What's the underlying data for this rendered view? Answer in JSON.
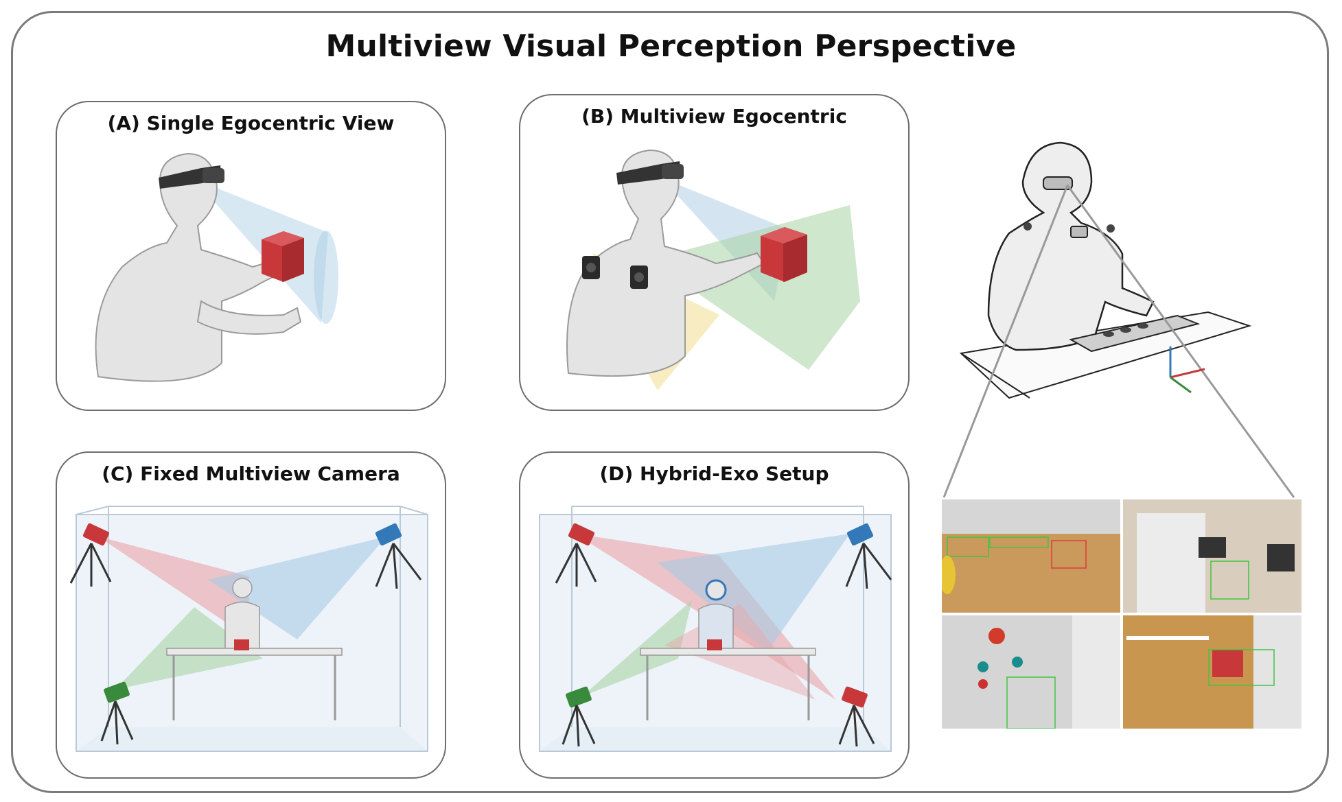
{
  "title": "Multiview Visual Perception Perspective",
  "panels": {
    "a": {
      "title": "(A) Single Egocentric View"
    },
    "b": {
      "title": "(B) Multiview Egocentric"
    },
    "c": {
      "title": "(C) Fixed Multiview Camera"
    },
    "d": {
      "title": "(D) Hybrid-Exo Setup"
    }
  },
  "colors": {
    "red_view": "#e9a3a6",
    "blue_view": "#a9cbe4",
    "green_view": "#a8d4a3",
    "yellow_view": "#f1df9a",
    "box_red": "#c8383b",
    "frame": "#7a7a7a"
  },
  "icons": [
    "headset-icon",
    "camera-icon",
    "tripod-icon",
    "axes-icon"
  ]
}
